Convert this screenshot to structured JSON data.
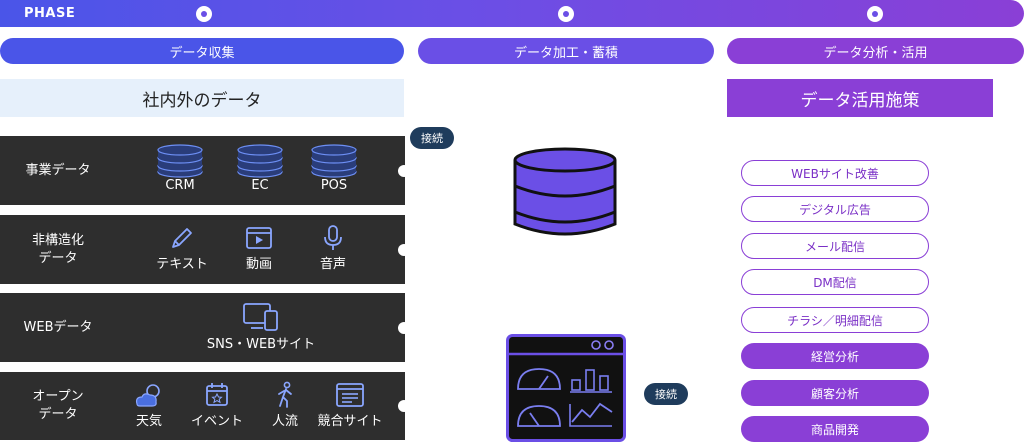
{
  "phase": {
    "label": "PHASE"
  },
  "columns": [
    {
      "label": "データ収集"
    },
    {
      "label": "データ加工・蓄積"
    },
    {
      "label": "データ分析・活用"
    }
  ],
  "sources": {
    "title": "社内外のデータ",
    "rows": [
      {
        "label": "事業データ",
        "items": [
          {
            "icon": "database-icon",
            "label": "CRM"
          },
          {
            "icon": "database-icon",
            "label": "EC"
          },
          {
            "icon": "database-icon",
            "label": "POS"
          }
        ]
      },
      {
        "label": "非構造化\nデータ",
        "items": [
          {
            "icon": "pencil-icon",
            "label": "テキスト"
          },
          {
            "icon": "video-icon",
            "label": "動画"
          },
          {
            "icon": "microphone-icon",
            "label": "音声"
          }
        ]
      },
      {
        "label": "WEBデータ",
        "items": [
          {
            "icon": "devices-icon",
            "label": "SNS・WEBサイト"
          }
        ]
      },
      {
        "label": "オープン\nデータ",
        "items": [
          {
            "icon": "weather-icon",
            "label": "天気"
          },
          {
            "icon": "calendar-icon",
            "label": "イベント"
          },
          {
            "icon": "walking-person-icon",
            "label": "人流"
          },
          {
            "icon": "browser-icon",
            "label": "競合サイト"
          }
        ]
      }
    ]
  },
  "connect_label": "接続",
  "measures": {
    "title": "データ活用施策",
    "items": [
      {
        "label": "WEBサイト改善",
        "style": "outline"
      },
      {
        "label": "デジタル広告",
        "style": "outline"
      },
      {
        "label": "メール配信",
        "style": "outline"
      },
      {
        "label": "DM配信",
        "style": "outline"
      },
      {
        "label": "チラシ／明細配信",
        "style": "outline"
      },
      {
        "label": "経営分析",
        "style": "filled"
      },
      {
        "label": "顧客分析",
        "style": "filled"
      },
      {
        "label": "商品開発",
        "style": "filled"
      }
    ]
  },
  "colors": {
    "blue": "#4a55e8",
    "purple": "#6a4fe6",
    "violet": "#8a3fd6",
    "dark": "#2e2e2e",
    "badge": "#1f3c5c"
  }
}
